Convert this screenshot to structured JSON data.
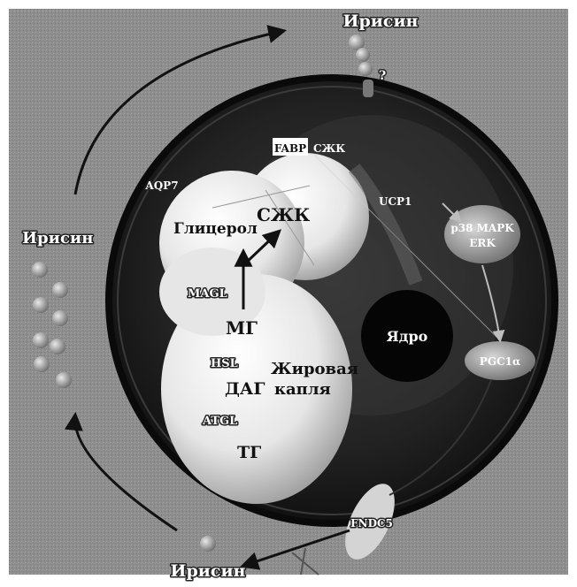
{
  "labels": {
    "irisin_top": "Ирисин",
    "irisin_left": "Ирисин",
    "irisin_bottom": "Ирисин",
    "question": "?",
    "fabp": "FABP",
    "szhk_top": "СЖК",
    "aqp7": "AQP7",
    "glycerol": "Глицерол",
    "szhk_main": "СЖК",
    "ucp1": "UCP1",
    "p38_mapk": "p38 MAPK",
    "erk": "ERK",
    "magl": "MAGL",
    "mg": "МГ",
    "nucleus": "Ядро",
    "hsl": "HSL",
    "lipid_droplet_1": "Жировая",
    "lipid_droplet_2": "капля",
    "dag": "ДАГ",
    "pgc1a": "PGC1α",
    "atgl": "ATGL",
    "tg": "ТГ",
    "fndc5": "FNDC5"
  },
  "colors": {
    "background": "#8c8c8c",
    "cell_dark": "#1c1c1c",
    "droplet": "#ececec"
  }
}
